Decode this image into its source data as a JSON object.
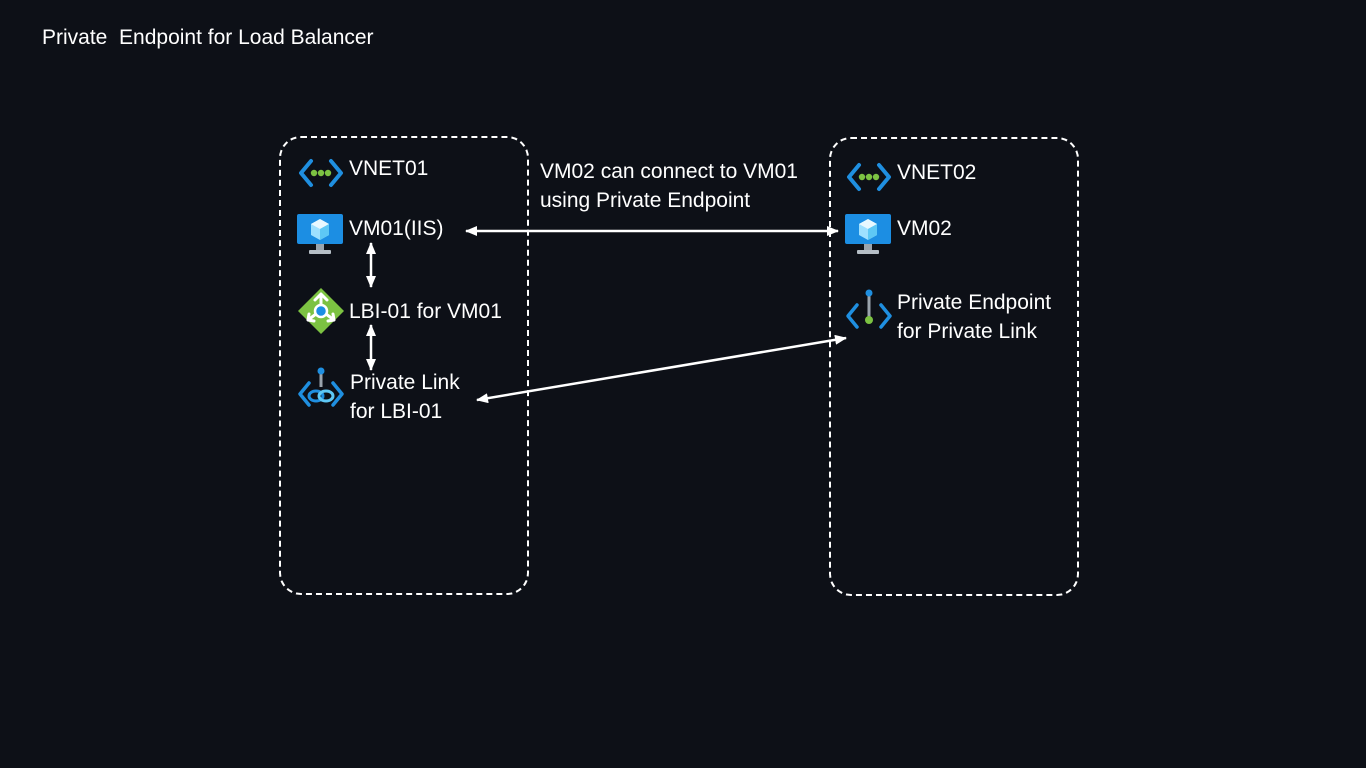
{
  "title": "Private  Endpoint for Load Balancer",
  "left_vnet": {
    "name": "VNET01",
    "vm": "VM01(IIS)",
    "load_balancer": "LBI-01 for VM01",
    "private_link_line1": "Private Link",
    "private_link_line2": "for LBI-01"
  },
  "right_vnet": {
    "name": "VNET02",
    "vm": "VM02",
    "private_endpoint_line1": "Private Endpoint",
    "private_endpoint_line2": "for Private Link"
  },
  "connection_note_line1": "VM02 can connect to VM01",
  "connection_note_line2": "using Private Endpoint",
  "colors": {
    "background": "#0d1017",
    "vnet_blue": "#1f8fe0",
    "vnet_green": "#7cc242",
    "vm_blue": "#1c8ee3",
    "lb_green": "#7cc242"
  },
  "icons": {
    "vnet": "virtual-network-icon",
    "vm": "virtual-machine-icon",
    "lb": "load-balancer-icon",
    "private_link": "private-link-icon",
    "private_endpoint": "private-endpoint-icon"
  }
}
